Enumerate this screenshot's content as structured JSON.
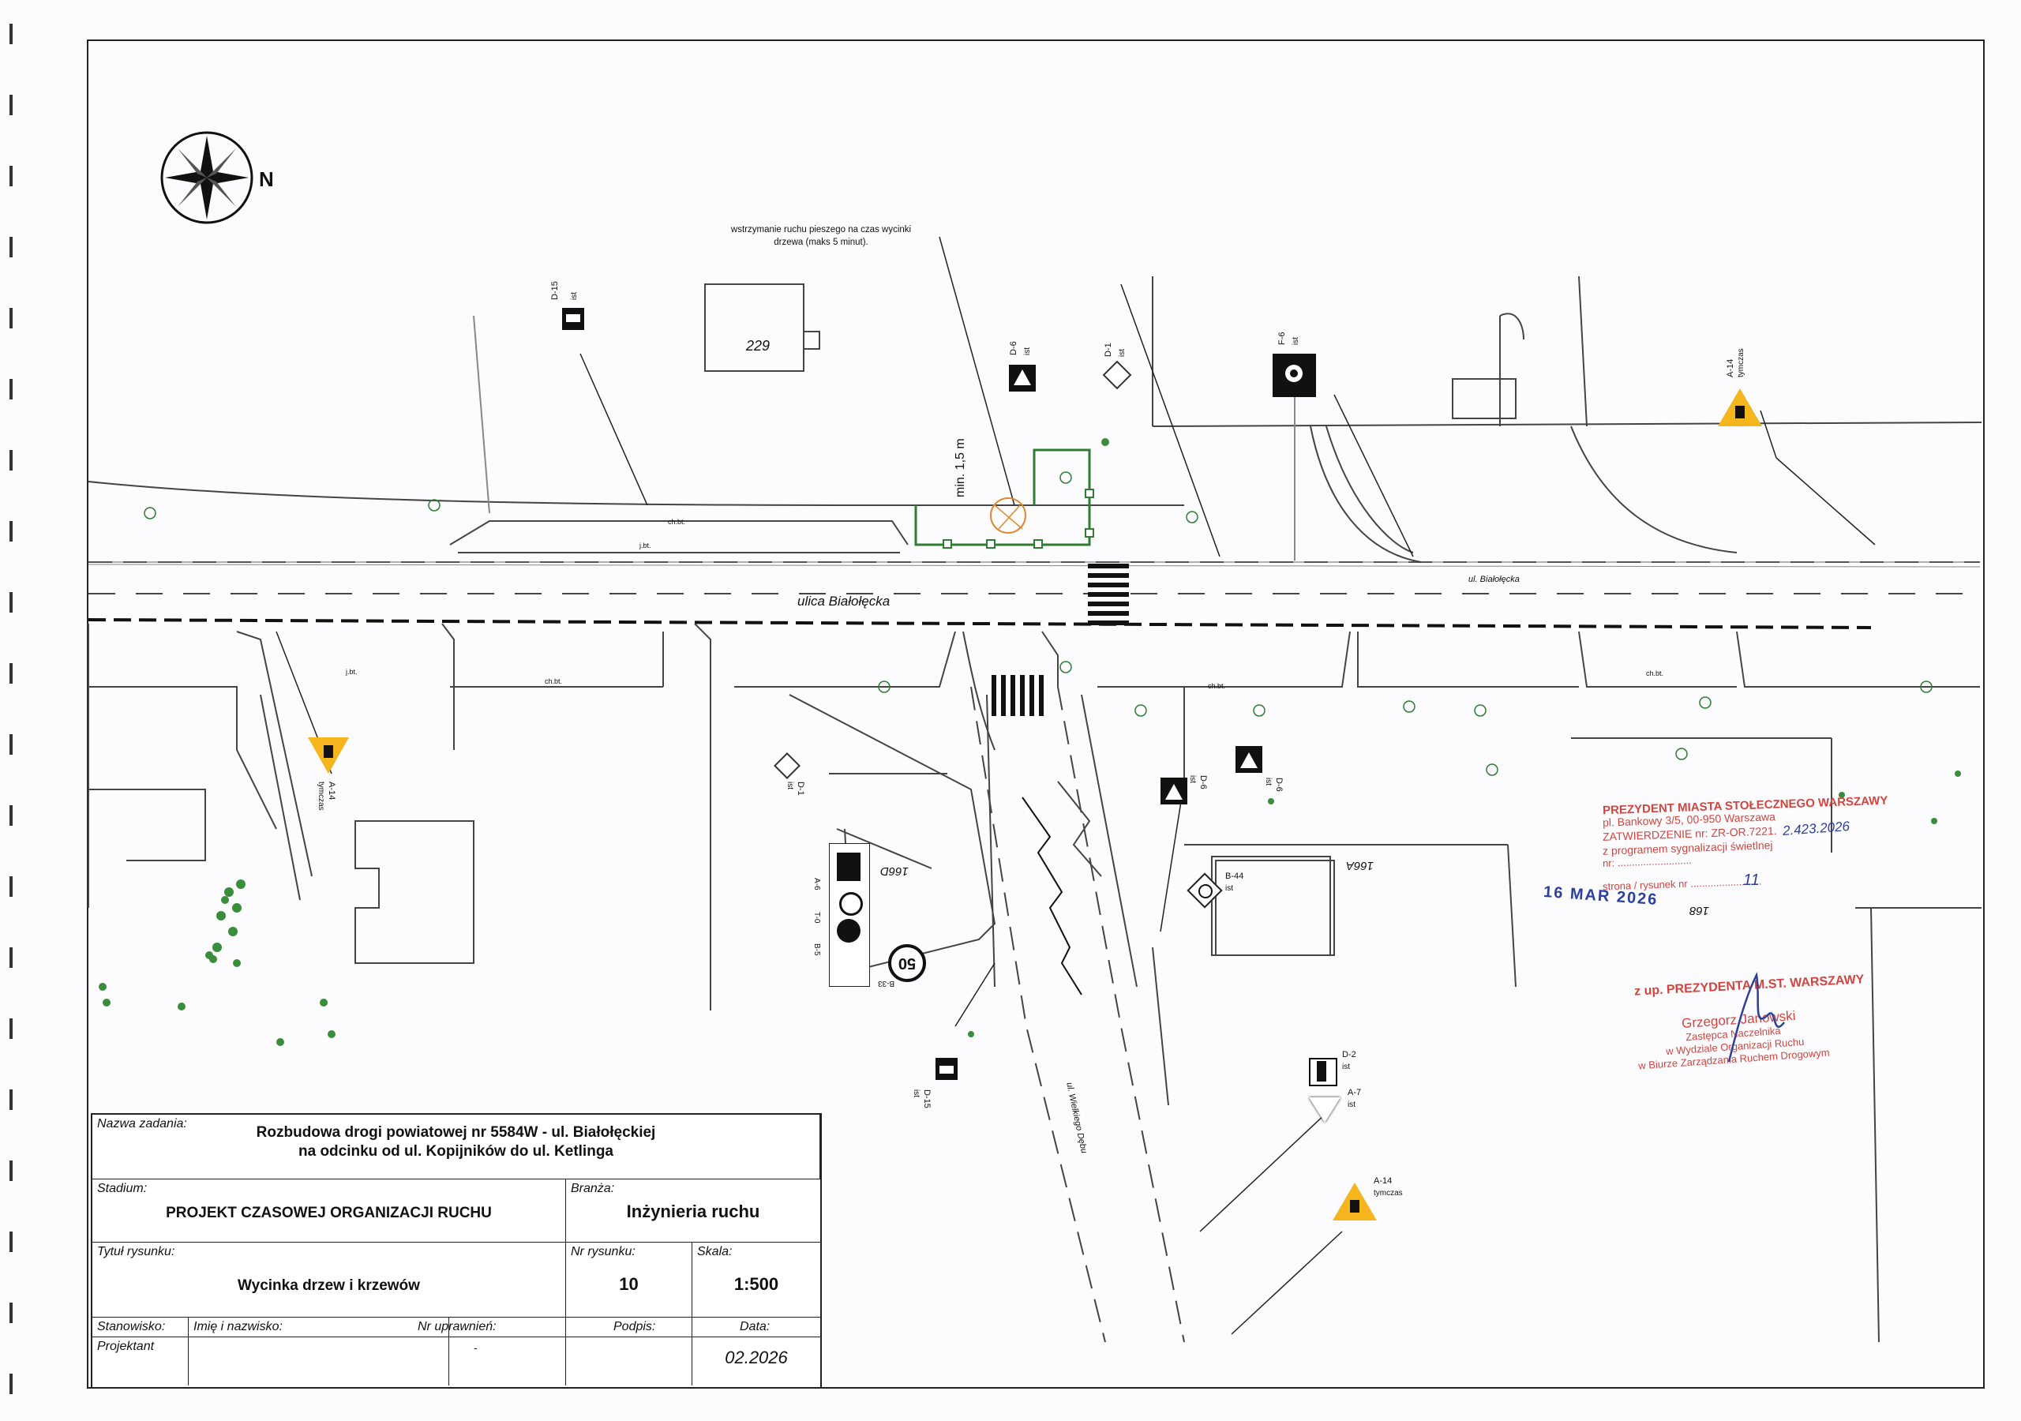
{
  "document": {
    "type": "traffic-organization-plan",
    "map": {
      "north_label": "N",
      "note": "wstrzymanie ruchu pieszego na czas wycinki drzewa (maks 5 minut).",
      "street_main": "ulica Białołęcka",
      "street_main_right": "ul. Białołęcka",
      "street_side": "ul. Wielkiego Dębu",
      "building_229": "229",
      "label_166A": "166A",
      "label_166D": "166D",
      "label_168": "168",
      "min_width": "min. 1,5 m",
      "surface_chbt": "ch.bt.",
      "surface_jbt": "j.bt.",
      "signs": [
        {
          "code": "D-15",
          "note": "ist"
        },
        {
          "code": "D-6",
          "note": "ist"
        },
        {
          "code": "D-1",
          "note": "ist"
        },
        {
          "code": "F-6",
          "note": "ist"
        },
        {
          "code": "A-14",
          "note": "tymczas"
        },
        {
          "code": "A-14",
          "note": "tymczas"
        },
        {
          "code": "D-1",
          "note": "ist"
        },
        {
          "code": "D-6",
          "note": "ist"
        },
        {
          "code": "D-6",
          "note": "ist"
        },
        {
          "code": "B-44",
          "note": "ist"
        },
        {
          "code": "A-7",
          "note": "ist"
        },
        {
          "code": "D-2",
          "note": "ist"
        },
        {
          "code": "D-15",
          "note": "ist"
        },
        {
          "code": "A-14",
          "note": "tymczas"
        },
        {
          "code": "B-33",
          "note": ""
        },
        {
          "code": "T-0",
          "note": ""
        },
        {
          "code": "B-5",
          "note": ""
        },
        {
          "code": "A-6",
          "note": ""
        }
      ],
      "speed_limit": "50"
    },
    "stamp": {
      "line1": "PREZYDENT MIASTA STOŁECZNEGO WARSZAWY",
      "line2": "pl. Bankowy 3/5, 00-950 Warszawa",
      "line3": "ZATWIERDZENIE nr: ZR-OR.7221.",
      "line3_hand": "2.423.2026",
      "line4": "z programem sygnalizacji świetlnej",
      "line5": "nr: ..........................",
      "line6": "strona / rysunek nr .........................",
      "line6_hand": "11",
      "date": "16 MAR 2026",
      "authority": "z up. PREZYDENTA M.ST. WARSZAWY",
      "name": "Grzegorz Janowski",
      "role1": "Zastępca Naczelnika",
      "role2": "w Wydziale Organizacji Ruchu",
      "role3": "w Biurze Zarządzania Ruchem Drogowym"
    },
    "title_block": {
      "task_caption": "Nazwa zadania:",
      "task_line1": "Rozbudowa drogi powiatowej nr 5584W - ul. Białołęckiej",
      "task_line2": "na odcinku od ul. Kopijników do ul. Ketlinga",
      "stage_caption": "Stadium:",
      "stage": "PROJEKT CZASOWEJ ORGANIZACJI RUCHU",
      "branch_caption": "Branża:",
      "branch": "Inżynieria ruchu",
      "drawing_title_caption": "Tytuł rysunku:",
      "drawing_title": "Wycinka drzew i krzewów",
      "drawing_no_caption": "Nr rysunku:",
      "drawing_no": "10",
      "scale_caption": "Skala:",
      "scale": "1:500",
      "position_caption": "Stanowisko:",
      "name_caption": "Imię i nazwisko:",
      "license_caption": "Nr uprawnień:",
      "signature_caption": "Podpis:",
      "date_caption": "Data:",
      "role": "Projektant",
      "license_value": "-",
      "date": "02.2026"
    }
  }
}
